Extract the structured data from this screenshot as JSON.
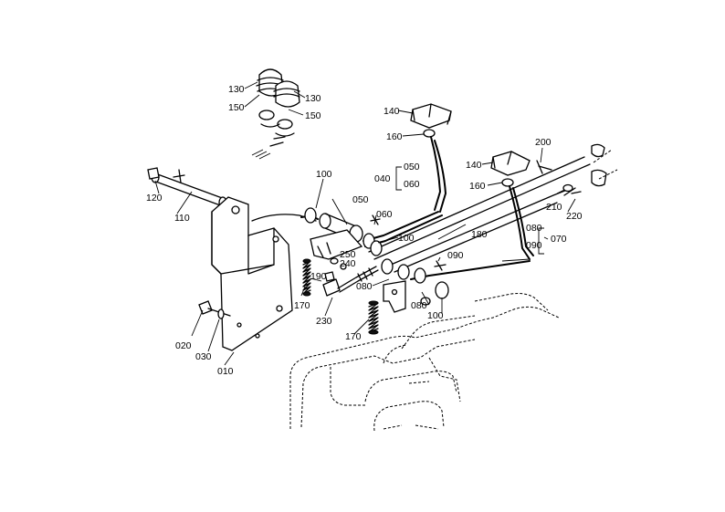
{
  "labels": [
    {
      "id": "130a",
      "text": "130"
    },
    {
      "id": "130b",
      "text": "130"
    },
    {
      "id": "150a",
      "text": "150"
    },
    {
      "id": "150b",
      "text": "150"
    },
    {
      "id": "140a",
      "text": "140"
    },
    {
      "id": "140b",
      "text": "140"
    },
    {
      "id": "160a",
      "text": "160"
    },
    {
      "id": "160b",
      "text": "160"
    },
    {
      "id": "200",
      "text": "200"
    },
    {
      "id": "120",
      "text": "120"
    },
    {
      "id": "110",
      "text": "110"
    },
    {
      "id": "100a",
      "text": "100"
    },
    {
      "id": "100b",
      "text": "100"
    },
    {
      "id": "100c",
      "text": "100"
    },
    {
      "id": "050a",
      "text": "050"
    },
    {
      "id": "050b",
      "text": "050"
    },
    {
      "id": "040",
      "text": "040"
    },
    {
      "id": "060a",
      "text": "060"
    },
    {
      "id": "060b",
      "text": "060"
    },
    {
      "id": "180",
      "text": "180"
    },
    {
      "id": "210",
      "text": "210"
    },
    {
      "id": "220",
      "text": "220"
    },
    {
      "id": "080a",
      "text": "080"
    },
    {
      "id": "080b",
      "text": "080"
    },
    {
      "id": "080c",
      "text": "080"
    },
    {
      "id": "070",
      "text": "070"
    },
    {
      "id": "090a",
      "text": "090"
    },
    {
      "id": "090b",
      "text": "090"
    },
    {
      "id": "250",
      "text": "250"
    },
    {
      "id": "240",
      "text": "240"
    },
    {
      "id": "190",
      "text": "190"
    },
    {
      "id": "170a",
      "text": "170"
    },
    {
      "id": "170b",
      "text": "170"
    },
    {
      "id": "230",
      "text": "230"
    },
    {
      "id": "020",
      "text": "020"
    },
    {
      "id": "030",
      "text": "030"
    },
    {
      "id": "010",
      "text": "010"
    }
  ]
}
